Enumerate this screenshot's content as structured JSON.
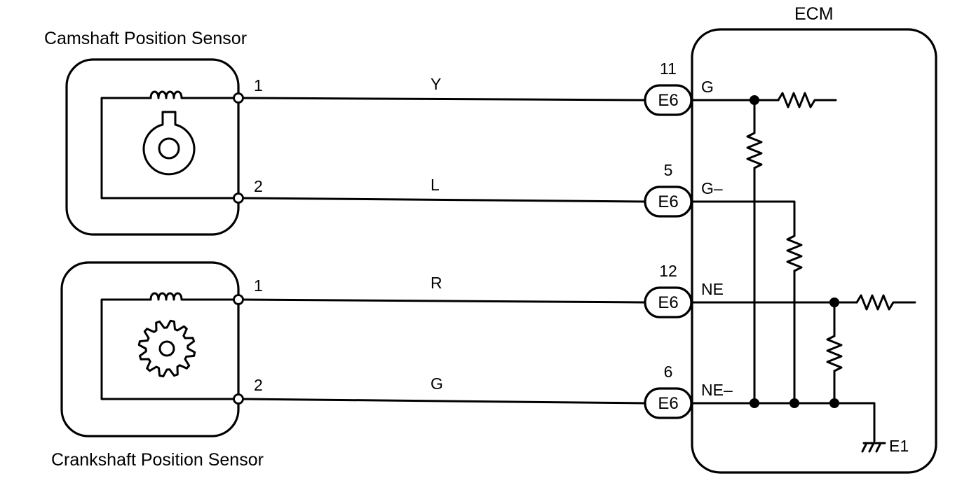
{
  "labels": {
    "cam_sensor": "Camshaft Position Sensor",
    "crank_sensor": "Crankshaft Position Sensor",
    "ecm": "ECM"
  },
  "cam_pins": [
    "1",
    "2"
  ],
  "crank_pins": [
    "1",
    "2"
  ],
  "wires": [
    {
      "color": "Y",
      "pin": "11",
      "connector": "E6",
      "terminal": "G"
    },
    {
      "color": "L",
      "pin": "5",
      "connector": "E6",
      "terminal": "G–"
    },
    {
      "color": "R",
      "pin": "12",
      "connector": "E6",
      "terminal": "NE"
    },
    {
      "color": "G",
      "pin": "6",
      "connector": "E6",
      "terminal": "NE–"
    }
  ],
  "ground": "E1"
}
